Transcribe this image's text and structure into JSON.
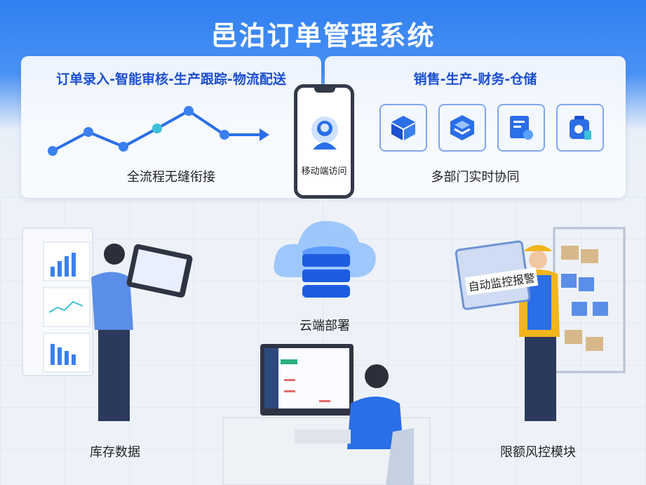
{
  "title": "邑泊订单管理系统",
  "left_panel": {
    "title": "订单录入-智能审核-生产跟踪-物流配送",
    "caption": "全流程无缝衔接"
  },
  "phone": {
    "label": "移动端访问"
  },
  "right_panel": {
    "title": "销售-生产-财务-仓储",
    "caption": "多部门实时协同",
    "icons": [
      "box-icon",
      "layers-icon",
      "document-icon",
      "bag-icon"
    ]
  },
  "cloud": {
    "label": "云端部署"
  },
  "inventory": {
    "label": "库存数据"
  },
  "risk": {
    "label": "限额风控模块",
    "screen_text": "自动监控报警"
  },
  "colors": {
    "accent": "#1c4fd0",
    "header": "#2f7ff0"
  }
}
